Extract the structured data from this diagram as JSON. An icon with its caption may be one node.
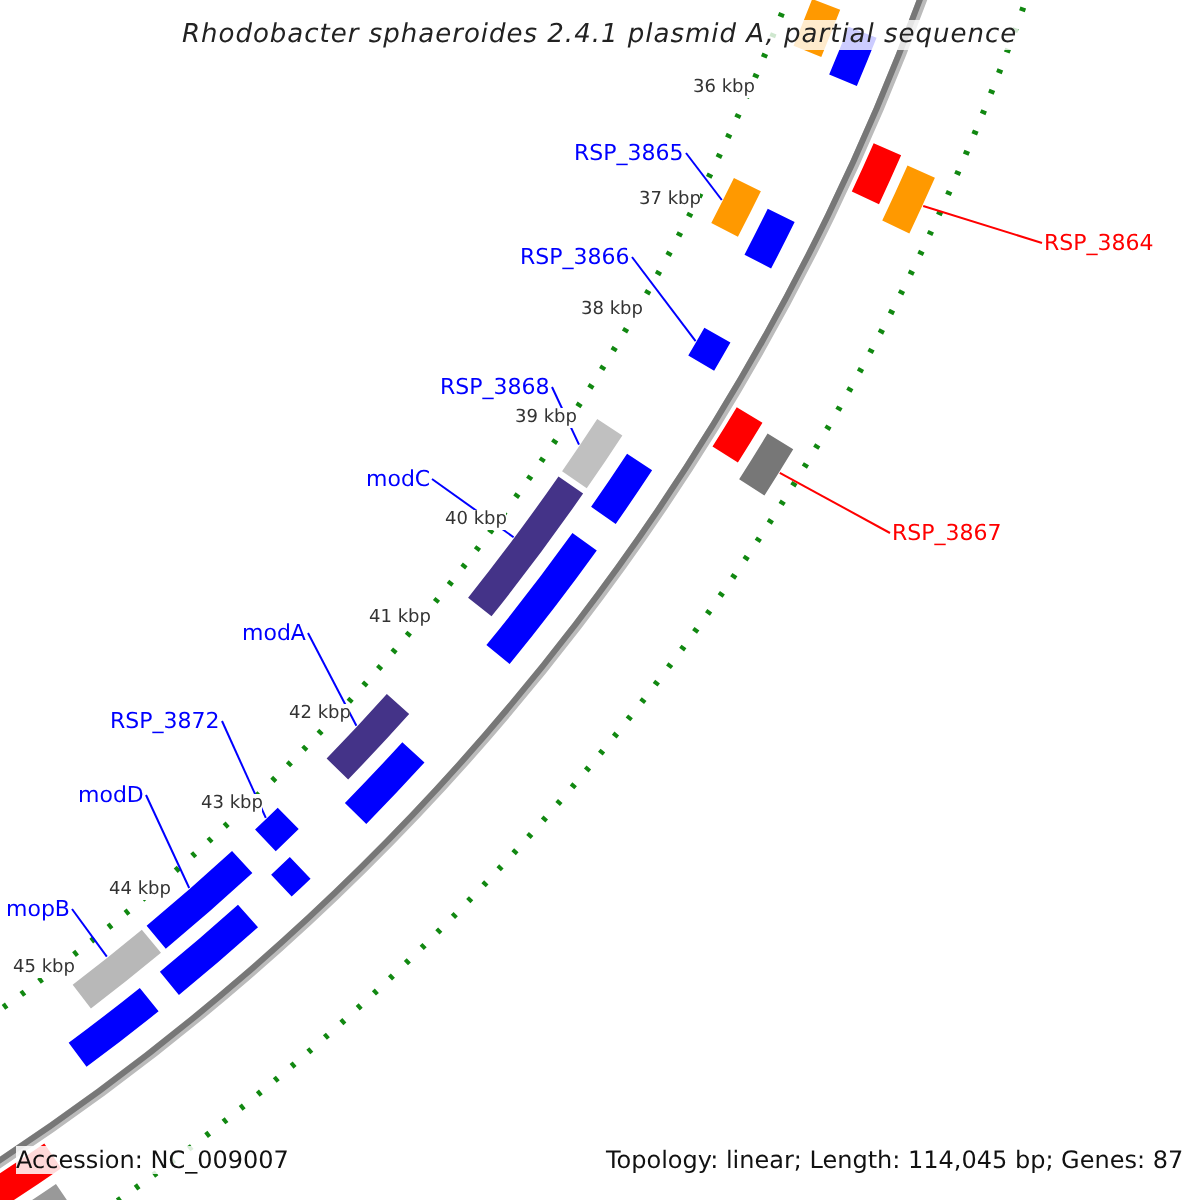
{
  "diagram": {
    "title": "Rhodobacter sphaeroides 2.4.1 plasmid A, partial sequence",
    "nodes": [
      {
        "text": [
          "RSP_3865"
        ]
      },
      {
        "text": [
          "RSP_3866"
        ]
      },
      {
        "text": [
          "RSP_3868"
        ]
      },
      {
        "text": [
          "modC"
        ]
      },
      {
        "text": [
          "modA"
        ]
      },
      {
        "text": [
          "RSP_3872"
        ]
      },
      {
        "text": [
          "modD"
        ]
      },
      {
        "text": [
          "mopB"
        ]
      },
      {
        "text": [
          "RSP_3864"
        ]
      },
      {
        "text": [
          "RSP_3867"
        ]
      },
      {
        "text": [],
        "shape": "box"
      },
      {
        "text": [],
        "shape": "box"
      },
      {
        "text": [],
        "shape": "box"
      },
      {
        "text": [],
        "shape": "box"
      },
      {
        "text": [],
        "shape": "box"
      },
      {
        "text": [],
        "shape": "box"
      },
      {
        "text": [],
        "shape": "box"
      },
      {
        "text": [],
        "shape": "box"
      },
      {
        "text": [],
        "shape": "box"
      },
      {
        "text": [],
        "shape": "box"
      }
    ],
    "edges": [
      {
        "from": 0,
        "to": 10,
        "arrow": "none"
      },
      {
        "from": 1,
        "to": 11,
        "arrow": "none"
      },
      {
        "from": 2,
        "to": 12,
        "arrow": "none"
      },
      {
        "from": 3,
        "to": 13,
        "arrow": "none"
      },
      {
        "from": 4,
        "to": 14,
        "arrow": "none"
      },
      {
        "from": 5,
        "to": 15,
        "arrow": "none"
      },
      {
        "from": 6,
        "to": 16,
        "arrow": "none"
      },
      {
        "from": 7,
        "to": 17,
        "arrow": "none"
      },
      {
        "from": 8,
        "to": 18,
        "arrow": "none",
        "color": "#ff0000"
      },
      {
        "from": 9,
        "to": 19,
        "arrow": "none",
        "color": "#ff0000"
      }
    ],
    "labels": [
      "36 kbp",
      "37 kbp",
      "38 kbp",
      "39 kbp",
      "40 kbp",
      "41 kbp",
      "42 kbp",
      "43 kbp",
      "44 kbp",
      "45 kbp",
      "Accession: NC_009007",
      "Topology: linear; Length: 114,045 bp; Genes: 87"
    ]
  }
}
